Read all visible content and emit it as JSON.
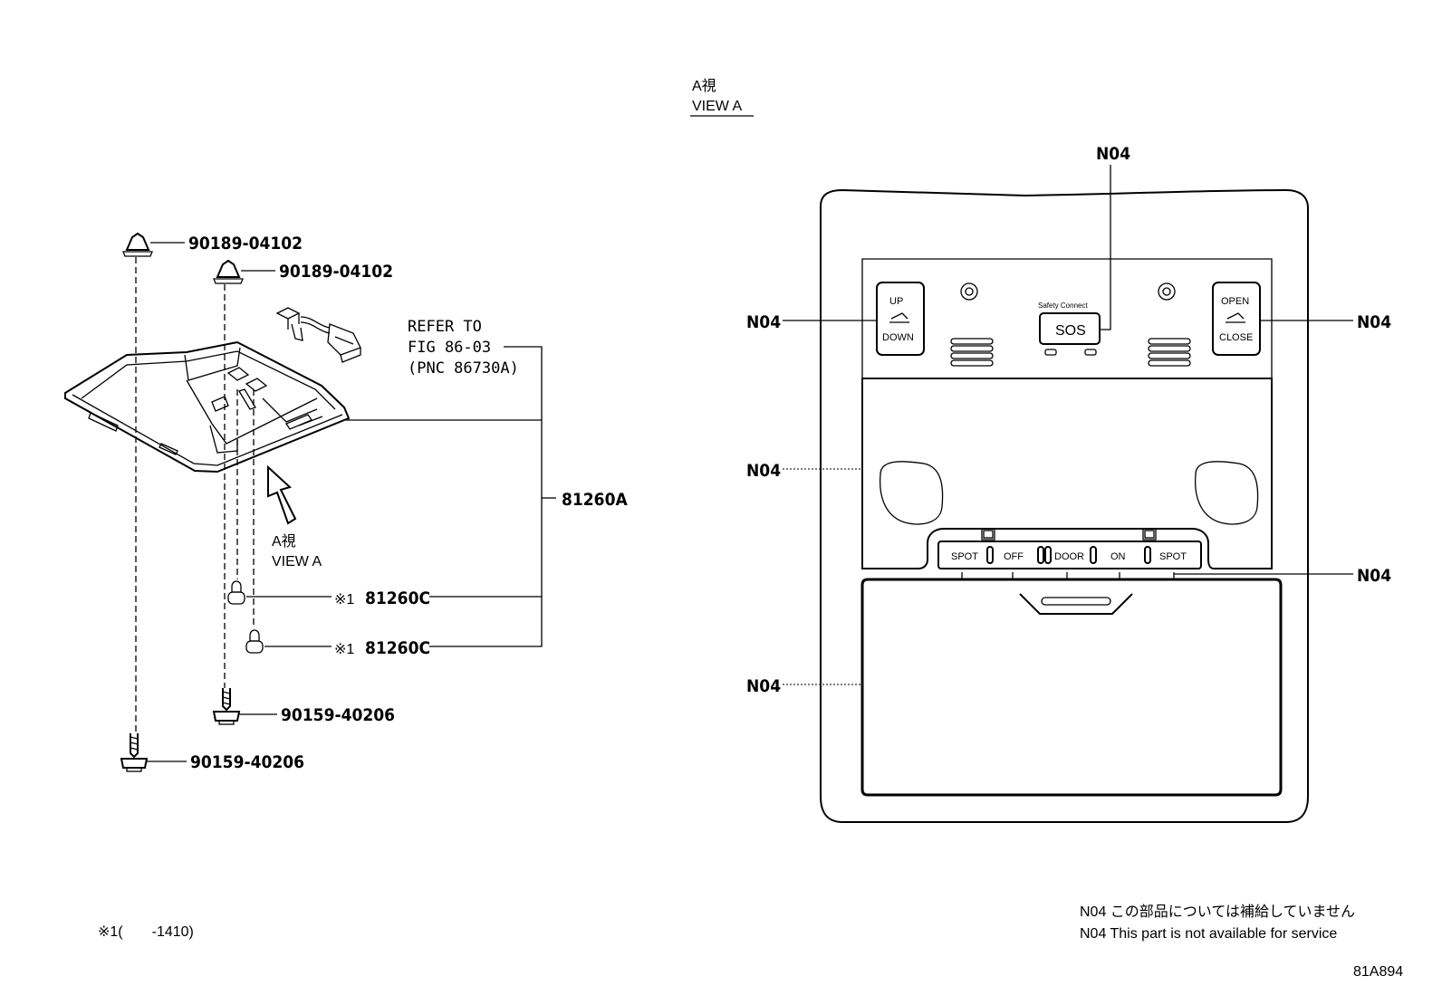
{
  "view_a_heading": {
    "jp": "A視",
    "en": "VIEW A"
  },
  "parts": {
    "clip_upper": "90189-04102",
    "clip_lower": "90189-04102",
    "refer_line1": "REFER TO",
    "refer_line2": "FIG 86-03",
    "refer_line3": "(PNC 86730A)",
    "lamp_assy": "81260A",
    "bulb_1_mark": "※1",
    "bulb_1": "81260C",
    "bulb_2_mark": "※1",
    "bulb_2": "81260C",
    "screw_upper": "90159-40206",
    "screw_lower": "90159-40206"
  },
  "arrow_view": {
    "jp": "A視",
    "en": "VIEW A"
  },
  "console": {
    "n04_top": "N04",
    "n04_left_switch": "N04",
    "n04_right_switch": "N04",
    "n04_lens_panel": "N04",
    "n04_lamp_switch": "N04",
    "n04_lid": "N04",
    "left_switch": {
      "up": "UP",
      "down": "DOWN"
    },
    "right_switch": {
      "open": "OPEN",
      "close": "CLOSE"
    },
    "safety_connect": "Safety Connect",
    "sos": "SOS",
    "lamp_switch_labels": [
      "SPOT",
      "OFF",
      "DOOR",
      "ON",
      "SPOT"
    ]
  },
  "footnote_range": "※1(　　-1410)",
  "note_jp": "N04 この部品については補給していません",
  "note_en": "N04 This part is not available for service",
  "figure_id": "81A894"
}
